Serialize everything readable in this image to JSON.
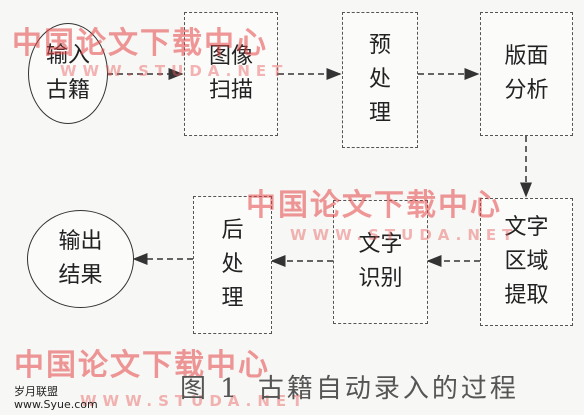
{
  "nodes": {
    "input": "输入\n古籍",
    "scan": "图像\n扫描",
    "preprocess": "预\n处\n理",
    "layout": "版面\n分析",
    "extract": "文字\n区域\n提取",
    "recognize": "文字\n识别",
    "postprocess": "后\n处\n理",
    "output": "输出\n结果"
  },
  "caption": {
    "label": "图 1",
    "title": "古籍自动录入的过程"
  },
  "watermarks": {
    "cn": "中国论文下载中心",
    "en": "WWW.STUDA.NET"
  },
  "site": {
    "name": "岁月联盟",
    "url": "www.Syue.com"
  },
  "colors": {
    "watermark": "#e64646",
    "arrow": "#333333",
    "border": "#555555"
  }
}
